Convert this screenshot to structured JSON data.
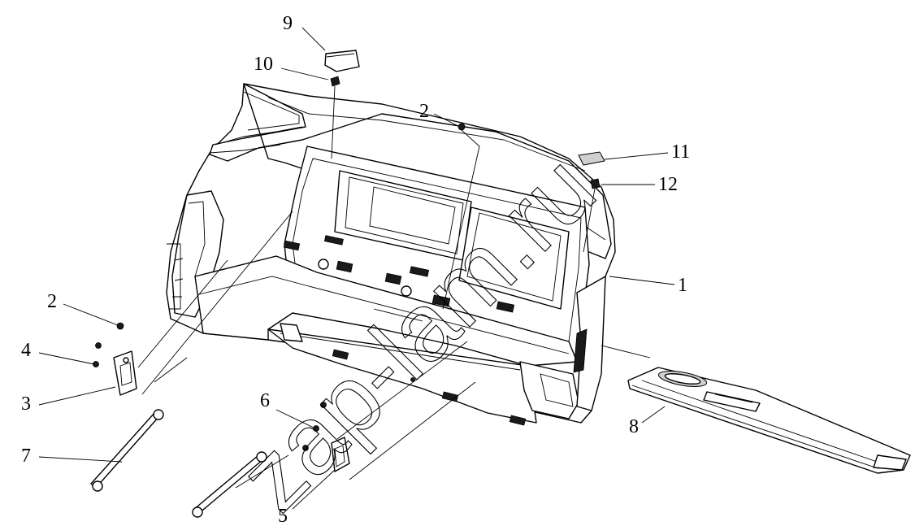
{
  "watermark": "zap-lam.ru",
  "callouts": [
    "9",
    "10",
    "2",
    "11",
    "12",
    "1",
    "2",
    "4",
    "3",
    "7",
    "6",
    "5",
    "8"
  ]
}
